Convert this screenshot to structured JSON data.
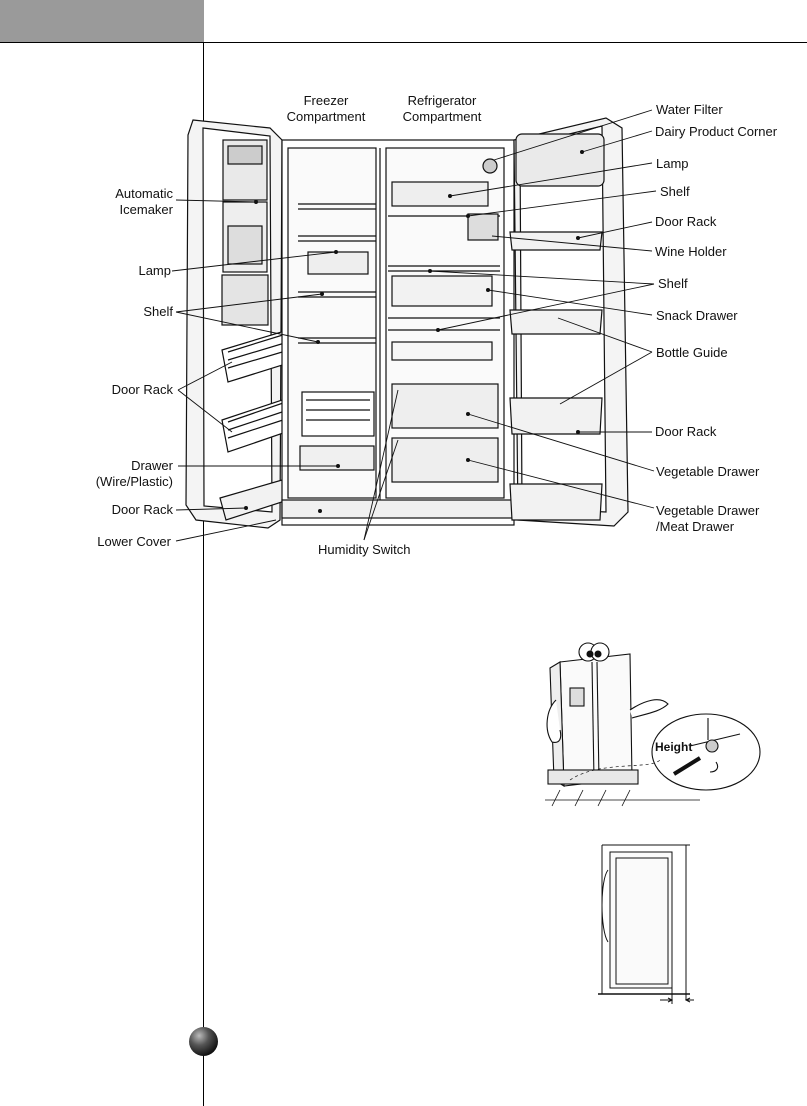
{
  "page": {
    "header_color": "#9a9a9a",
    "page_marker": "page-number-dot"
  },
  "diagram": {
    "compartments": {
      "freezer": [
        "Freezer",
        "Compartment"
      ],
      "refrigerator": [
        "Refrigerator",
        "Compartment"
      ]
    },
    "left_labels": {
      "automatic_icemaker": [
        "Automatic",
        "Icemaker"
      ],
      "lamp": "Lamp",
      "shelf": "Shelf",
      "door_rack": "Door Rack",
      "drawer": [
        "Drawer",
        "(Wire/Plastic)"
      ],
      "door_rack_bottom": "Door Rack",
      "lower_cover": "Lower Cover"
    },
    "bottom_label": "Humidity Switch",
    "right_labels": {
      "water_filter": "Water Filter",
      "dairy_corner": "Dairy Product Corner",
      "lamp": "Lamp",
      "shelf_top": "Shelf",
      "door_rack": "Door Rack",
      "wine_holder": "Wine Holder",
      "shelf": "Shelf",
      "snack_drawer": "Snack Drawer",
      "bottle_guide": "Bottle Guide",
      "door_rack_lower": "Door Rack",
      "vegetable_drawer": "Vegetable Drawer",
      "vegetable_meat_drawer": [
        "Vegetable Drawer",
        "/Meat Drawer"
      ]
    }
  },
  "level_illustration": {
    "height_label": "Height"
  }
}
